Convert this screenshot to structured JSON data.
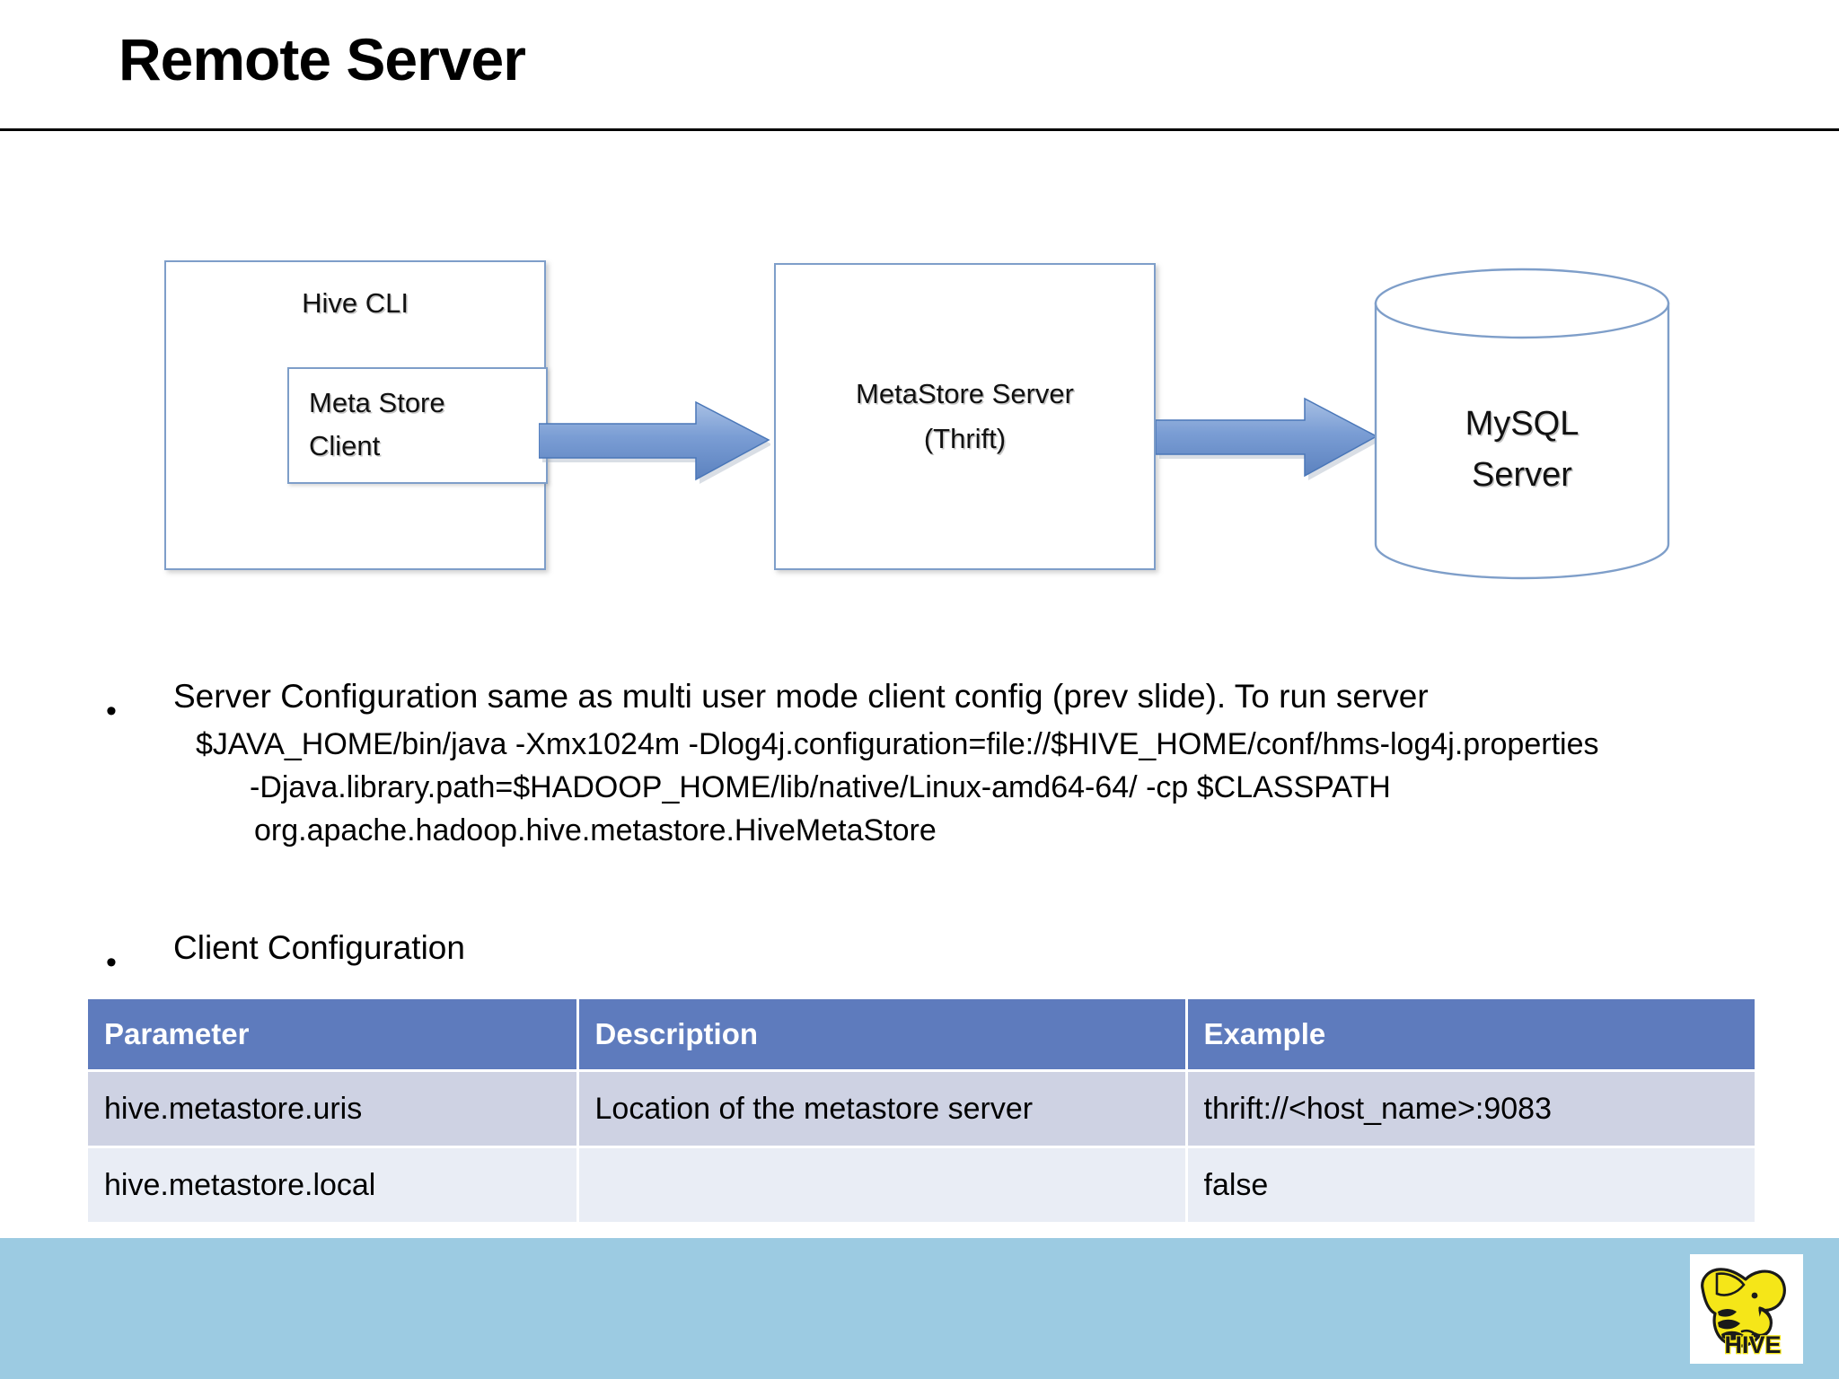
{
  "slide": {
    "title": "Remote Server"
  },
  "diagram": {
    "hive_cli_label": "Hive CLI",
    "meta_store_client_label": "Meta Store\nClient",
    "meta_store_client_line1": "Meta Store",
    "meta_store_client_line2": "Client",
    "metastore_server_line1": "MetaStore Server",
    "metastore_server_line2": "(Thrift)",
    "mysql_line1": "MySQL",
    "mysql_line2": "Server",
    "arrow_1_name": "arrow-client-to-metastore",
    "arrow_2_name": "arrow-metastore-to-mysql",
    "box_border_color": "#7e9ec9",
    "arrow_color": "#6f93cd"
  },
  "bullets": {
    "bullet_marker": "•",
    "items": [
      "Server Configuration same as multi user mode client config (prev slide). To run server",
      "Client Configuration"
    ],
    "code_lines": [
      "$JAVA_HOME/bin/java -Xmx1024m -Dlog4j.configuration=file://$HIVE_HOME/conf/hms-log4j.properties",
      "-Djava.library.path=$HADOOP_HOME/lib/native/Linux-amd64-64/ -cp $CLASSPATH",
      "org.apache.hadoop.hive.metastore.HiveMetaStore"
    ]
  },
  "table": {
    "headers": [
      "Parameter",
      "Description",
      "Example"
    ],
    "rows": [
      {
        "parameter": "hive.metastore.uris",
        "description": "Location of the metastore server",
        "example": "thrift://<host_name>:9083"
      },
      {
        "parameter": "hive.metastore.local",
        "description": "",
        "example": "false"
      }
    ],
    "header_bg": "#5e7bbd",
    "row_odd_bg": "#ced2e3",
    "row_even_bg": "#e9edf5"
  },
  "footer": {
    "bar_color": "#9ccbe2",
    "logo_name": "hive-logo",
    "logo_text": "HIVE",
    "logo_color": "#f2e514"
  }
}
